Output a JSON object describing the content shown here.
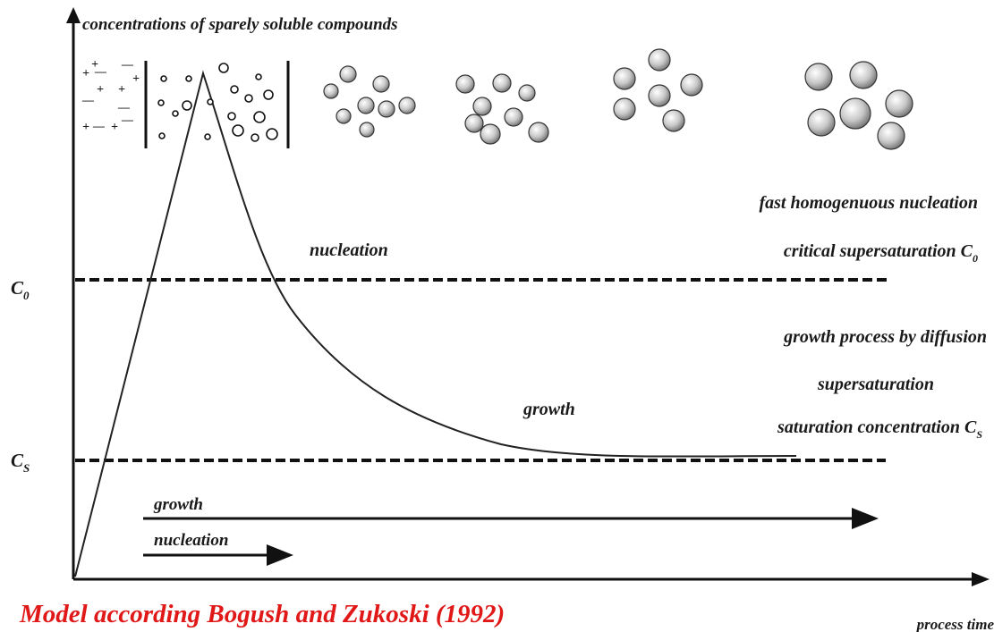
{
  "diagram": {
    "y_axis_label": "concentrations of sparely soluble compounds",
    "x_axis_label": "process time",
    "levels": {
      "c0": {
        "symbol": "C",
        "subscript": "0"
      },
      "cs": {
        "symbol": "C",
        "subscript": "S"
      }
    },
    "region_labels": {
      "nucleation_curve": "nucleation",
      "growth_curve": "growth"
    },
    "right_notes": {
      "fast_nucleation": "fast homogenuous nucleation",
      "critical_prefix": "critical supersaturation ",
      "critical_symbol": "C",
      "critical_sub": "0",
      "growth_diffusion": "growth process by diffusion",
      "supersaturation": "supersaturation",
      "saturation_prefix": "saturation concentration ",
      "saturation_symbol": "C",
      "saturation_sub": "S"
    },
    "phase_arrows": {
      "growth": "growth",
      "nucleation": "nucleation"
    },
    "ions": {
      "plus": "+",
      "minus": "—"
    },
    "caption": "Model according  Bogush and Zukoski (1992)"
  }
}
